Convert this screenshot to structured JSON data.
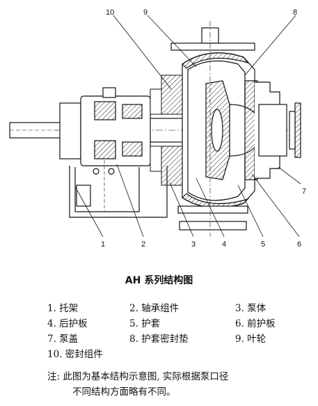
{
  "callouts": [
    "1",
    "2",
    "3",
    "4",
    "5",
    "6",
    "7",
    "8",
    "9",
    "10"
  ],
  "caption": "AH 系列结构图",
  "legend": {
    "rows": [
      [
        "1. 托架",
        "2. 轴承组件",
        "3. 泵体"
      ],
      [
        "4. 后护板",
        "5. 护套",
        "6. 前护板"
      ],
      [
        "7. 泵盖",
        "8. 护套密封垫",
        "9. 叶轮"
      ],
      [
        "10. 密封组件",
        "",
        ""
      ]
    ]
  },
  "note": {
    "line1": "注:  此图为基本结构示意图, 实际根据泵口径",
    "line2": "不同结构方面略有不同。"
  }
}
